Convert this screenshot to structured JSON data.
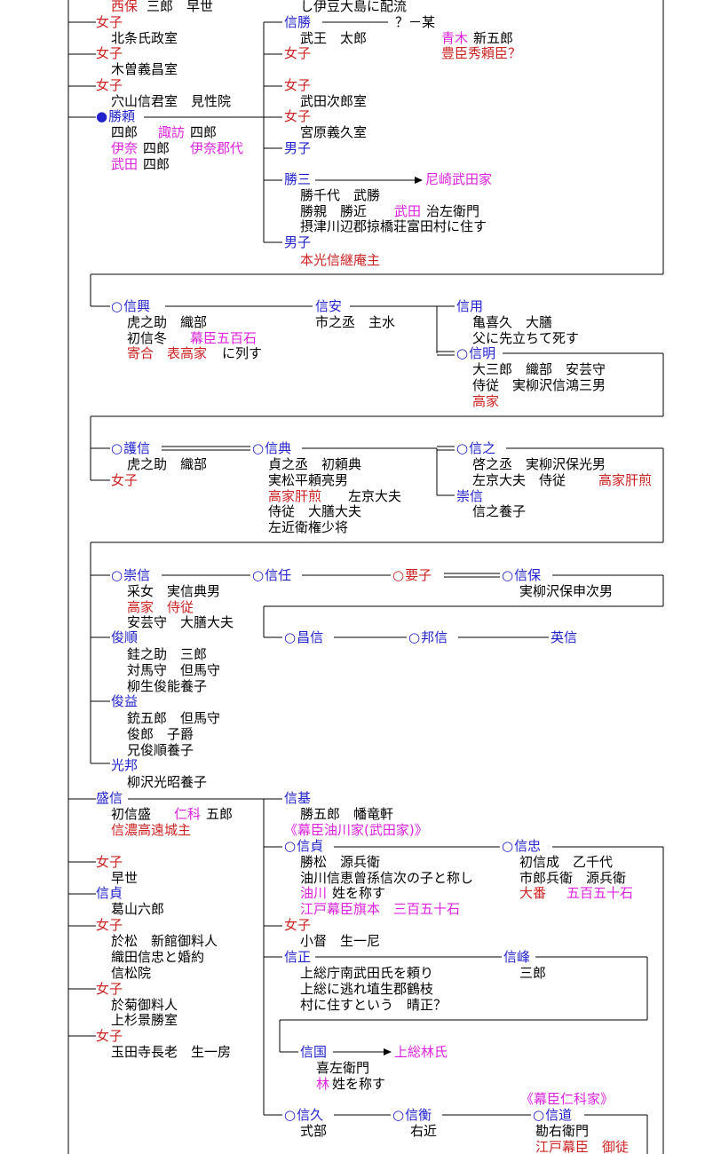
{
  "colors": {
    "name": "#2222cc",
    "female": "#cc2222",
    "note": "#dd22dd",
    "line": "#000000"
  },
  "genealogy": {
    "t0": "西保",
    "t1": "三郎　早世",
    "t2": "し伊豆大島に配流",
    "t3": "女子",
    "t4": "北条氏政室",
    "t5": "女子",
    "t6": "木曽義昌室",
    "t7": "女子",
    "t8": "穴山信君室　見性院",
    "t9": "勝頼",
    "t10": "四郎",
    "t11": "諏訪",
    "t12": "四郎",
    "t13": "伊奈",
    "t14": "四郎",
    "t15": "伊奈郡代",
    "t16": "武田",
    "t17": "四郎",
    "t18": "信勝",
    "t19": "？－某",
    "t20": "武王　太郎",
    "t21": "青木",
    "t22": "新五郎",
    "t23": "女子",
    "t24": "豊臣秀頼臣？",
    "t25": "女子",
    "t26": "武田次郎室",
    "t27": "女子",
    "t28": "宮原義久室",
    "t29": "男子",
    "t30": "勝三",
    "t31": "尼崎武田家",
    "t32": "勝千代　武勝",
    "t33": "勝親　勝近",
    "t34": "武田",
    "t35": "治左衛門",
    "t36": "摂津川辺郡掠橋荘富田村に住す",
    "t37": "男子",
    "t38": "本光信継庵主",
    "t39": "信興",
    "t40": "虎之助　織部",
    "t41": "初信冬",
    "t42": "幕臣五百石",
    "t43": "寄合　表高家",
    "t44": "に列す",
    "t45": "信安",
    "t46": "市之丞　主水",
    "t47": "信用",
    "t48": "亀喜久　大膳",
    "t49": "父に先立ちて死す",
    "t50": "信明",
    "t51": "大三郎　織部　安芸守",
    "t52": "侍従　実柳沢信鴻三男",
    "t53": "高家",
    "t54": "護信",
    "t55": "虎之助　織部",
    "t56": "女子",
    "t57": "信典",
    "t58": "貞之丞　初頼典",
    "t59": "実松平頼亮男",
    "t60": "高家肝煎",
    "t61": "左京大夫",
    "t62": "侍従　大膳大夫",
    "t63": "左近衛権少将",
    "t64": "信之",
    "t65": "啓之丞　実柳沢保光男",
    "t66": "左京大夫　侍従",
    "t67": "高家肝煎",
    "t68": "崇信",
    "t69": "信之養子",
    "t70": "崇信",
    "t71": "采女　実信典男",
    "t72": "高家　侍従",
    "t73": "安芸守　大膳大夫",
    "t74": "信任",
    "t75": "要子",
    "t76": "信保",
    "t77": "実柳沢保申次男",
    "t78": "昌信",
    "t79": "邦信",
    "t80": "英信",
    "t81": "俊順",
    "t82": "銈之助　三郎",
    "t83": "対馬守　但馬守",
    "t84": "柳生俊能養子",
    "t85": "俊益",
    "t86": "銃五郎　但馬守",
    "t87": "俊郎　子爵",
    "t88": "兄俊順養子",
    "t89": "光邦",
    "t90": "柳沢光昭養子",
    "t91": "盛信",
    "t92": "初信盛",
    "t93": "仁科",
    "t94": "五郎",
    "t95": "信濃高遠城主",
    "t96": "信基",
    "t97": "勝五郎　幡竜軒",
    "t98": "《幕臣油川家(武田家)》",
    "t99": "信貞",
    "t100": "勝松　源兵衛",
    "t101": "油川信恵曾孫信次の子と称し",
    "t102": "油川",
    "t103": "姓を称す",
    "t104": "江戸幕臣旗本　三百五十石",
    "t105": "信忠",
    "t106": "初信成　乙千代",
    "t107": "市郎兵衛　源兵衛",
    "t108": "大番",
    "t109": "五百五十石",
    "t110": "女子",
    "t111": "早世",
    "t112": "信貞",
    "t113": "葛山六郎",
    "t114": "女子",
    "t115": "於松　新館御料人",
    "t116": "織田信忠と婚約",
    "t117": "信松院",
    "t118": "女子",
    "t119": "小督　生一尼",
    "t120": "信正",
    "t121": "上総庁南武田氏を頼り",
    "t122": "上総に逃れ埴生郡鶴枝",
    "t123": "村に住すという　晴正？",
    "t124": "信峰",
    "t125": "三郎",
    "t126": "女子",
    "t127": "於菊御料人",
    "t128": "上杉景勝室",
    "t129": "女子",
    "t130": "玉田寺長老　生一房",
    "t131": "信国",
    "t132": "上総林氏",
    "t133": "喜左衛門",
    "t134": "林",
    "t135": "姓を称す",
    "t136": "《幕臣仁科家》",
    "t137": "信久",
    "t138": "式部",
    "t139": "信衡",
    "t140": "右近",
    "t141": "信道",
    "t142": "勘右衛門",
    "t143": "江戸幕臣　御徒"
  }
}
